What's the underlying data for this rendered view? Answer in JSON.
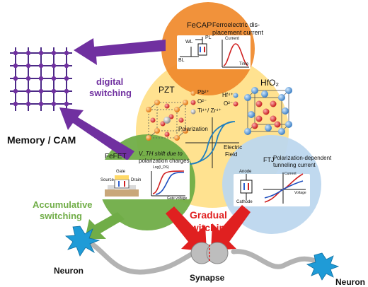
{
  "memory": {
    "label": "Memory / CAM"
  },
  "digital_switching": {
    "label_line1": "digital",
    "label_line2": "switching",
    "color": "#7030a0"
  },
  "fecap": {
    "title": "FeCAP",
    "caption_line1": "Ferroelectric dis-",
    "caption_line2": "placement current",
    "wl": "WL",
    "pl": "PL",
    "bl": "BL",
    "axis_y": "Current",
    "axis_x": "Time",
    "color": "#f08a2c"
  },
  "pzt": {
    "title": "PZT",
    "ions": [
      "Pb²⁺",
      "O²⁻",
      "Ti⁴⁺/ Zr⁴⁺"
    ],
    "color": "#ffd966"
  },
  "hfo2": {
    "title": "HfO₂",
    "ions": [
      "Hf⁴⁺",
      "O²⁻"
    ]
  },
  "hysteresis": {
    "ylabel": "Polarization",
    "xlabel_line1": "Electric",
    "xlabel_line2": "Field"
  },
  "fefet": {
    "title": "FeFET",
    "caption_line1": "V_TH shift due to",
    "caption_line2": "polarization charges",
    "gate": "Gate",
    "source": "Source",
    "drain": "Drain",
    "axis_y": "Log(I_DS)",
    "axis_x": "Gate voltage",
    "color": "#70ad47"
  },
  "ftj": {
    "title": "FTJ",
    "caption_line1": "Polarization-dependent",
    "caption_line2": "tunneling current",
    "anode": "Anode",
    "cathode": "Cathode",
    "axis_y": "Current",
    "axis_x": "Voltage",
    "color": "#bdd7ee"
  },
  "accumulative": {
    "label_line1": "Accumulative",
    "label_line2": "switching",
    "color": "#70ad47"
  },
  "gradual": {
    "label_line1": "Gradual",
    "label_line2": "switching",
    "color": "#e02020"
  },
  "bottom": {
    "neuron_left": "Neuron",
    "synapse": "Synapse",
    "neuron_right": "Neuron",
    "neuron_color": "#1f9bd7"
  }
}
